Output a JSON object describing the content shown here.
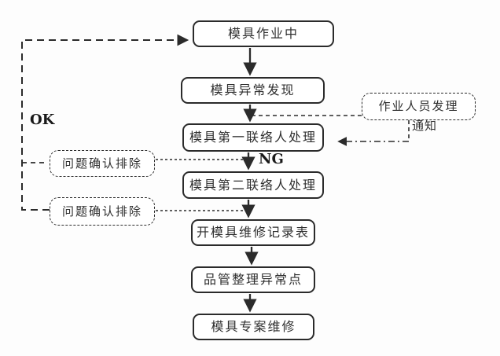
{
  "diagram": {
    "type": "flowchart",
    "background": "#fdfdfd",
    "colors": {
      "line": "#2b2b2b",
      "box_border": "#2b2b2b",
      "box_fill": "#ffffff",
      "text": "#2f2f2f"
    },
    "nodes": {
      "mold_in_operation": "模具作业中",
      "mold_abnormality_found": "模具异常发现",
      "first_contact_handles": "模具第一联络人处理",
      "second_contact_handles": "模具第二联络人处理",
      "open_repair_record": "开模具维修记录表",
      "qc_organize_abnormal_points": "品管整理异常点",
      "mold_project_repair": "模具专案维修",
      "operator_handles": "作业人员发理",
      "problem_confirmed_resolved_1": "问题确认排除",
      "problem_confirmed_resolved_2": "问题确认排除"
    },
    "edge_labels": {
      "ok": "OK",
      "ng": "NG",
      "notify": "通知"
    }
  }
}
